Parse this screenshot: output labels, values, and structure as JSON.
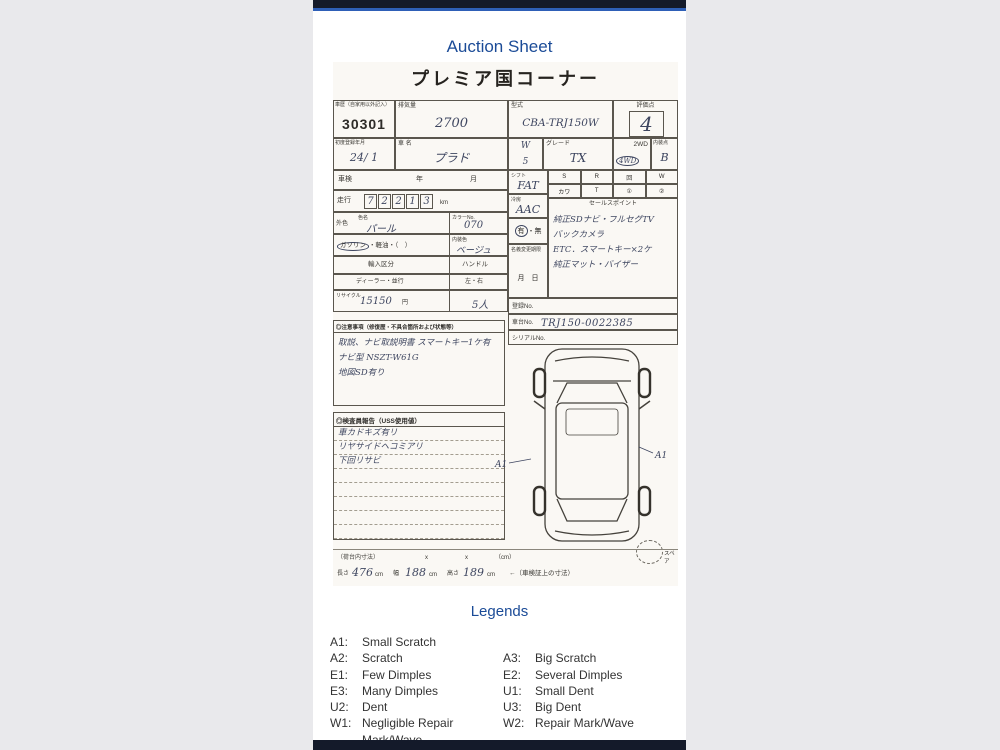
{
  "page": {
    "title": "Auction Sheet"
  },
  "sheet": {
    "header": "プレミア国コーナー",
    "top": {
      "hist_label": "車歴（自家用以外記入）",
      "auction_no": "30301",
      "disp_label": "排気量",
      "disp_value": "2700",
      "model_label": "型式",
      "model_value": "CBA-TRJ150W",
      "score_label": "評価点",
      "score_value": "4",
      "reg_label": "初度登録年月",
      "reg_value": "24/ 1",
      "name_label": "車 名",
      "name_value": "プラド",
      "body_value_top": "W",
      "body_value_bottom": "5",
      "grade_label": "グレード",
      "grade_value": "TX",
      "wd2": "2WD",
      "wd4": "4WD",
      "int_label": "内装点",
      "int_value": "B"
    },
    "mid": {
      "shaken_label": "車検",
      "year_label": "年",
      "month_label": "月",
      "run_label": "走行",
      "run_digits": [
        "7",
        "2",
        "2",
        "1",
        "3"
      ],
      "run_unit": "km",
      "extcolor_label": "外色",
      "colorname_label": "色名",
      "color_value": "パール",
      "colorno_label": "カラーNo.",
      "colorno_value": "070",
      "fuel_gas": "ガソリン",
      "fuel_rest": "・軽油・（　）",
      "intcolor_label": "内装色",
      "intcolor_value": "ベージュ",
      "import_label": "輸入区分",
      "handle_label": "ハンドル",
      "dealer_label": "ディーラー・並行",
      "lr_label": "左・右",
      "recycle_label": "リサイクル",
      "recycle_value": "15150",
      "yen_label": "円",
      "capacity_value": "5人",
      "shift_label": "シフト",
      "shift_value": "FAT",
      "cool_label": "冷房",
      "cool_value": "AAC",
      "yes_label": "有",
      "no_label": "・無",
      "transfer_label": "名義変更期限",
      "transfer_md": "月　日",
      "equip_row1": [
        "S",
        "R",
        "回",
        "W"
      ],
      "equip_row2": [
        "カワ",
        "T",
        "①",
        "②"
      ],
      "sales_label": "セールスポイント",
      "sales_lines": [
        "純正SDナビ・フルセグTV",
        "バックカメラ",
        "ETC．スマートキー×2ケ",
        "純正マット・バイザー"
      ],
      "regno_label": "登録No.",
      "chassis_label": "車台No.",
      "chassis_value": "TRJ150-0022385",
      "serial_label": "シリアルNo."
    },
    "notes": {
      "title": "◎注意事項（修復歴・不具合箇所および状態等）",
      "lines": [
        "取説、ナビ取説明書 スマートキー1ケ有",
        "ナビ型 NSZT-W61G",
        "地図SD有り"
      ]
    },
    "report": {
      "title": "◎検査員報告（USS使用値）",
      "lines": [
        "車カドキズ有リ",
        "リヤサイドヘコミアリ",
        "下回リサビ"
      ]
    },
    "diagram": {
      "left_mark": "A1",
      "right_mark": "A1",
      "spare_label": "スペア"
    },
    "dims": {
      "inner_label": "（荷台内寸法）",
      "x1": "x",
      "x2": "x",
      "cm_label": "（cm）",
      "len_label": "長さ",
      "len_value": "476",
      "len_unit": "cm",
      "wid_label": "幅",
      "wid_value": "188",
      "wid_unit": "cm",
      "hgt_label": "高さ",
      "hgt_value": "189",
      "hgt_unit": "cm",
      "note": "←（車検証上の寸法）"
    }
  },
  "legends": {
    "title": "Legends",
    "rows": [
      {
        "lc": "A1:",
        "lt": "Small Scratch",
        "rc": "",
        "rt": ""
      },
      {
        "lc": "A2:",
        "lt": "Scratch",
        "rc": "A3:",
        "rt": "Big Scratch"
      },
      {
        "lc": "E1:",
        "lt": "Few Dimples",
        "rc": "E2:",
        "rt": "Several Dimples"
      },
      {
        "lc": "E3:",
        "lt": "Many Dimples",
        "rc": "U1:",
        "rt": "Small Dent"
      },
      {
        "lc": "U2:",
        "lt": "Dent",
        "rc": "U3:",
        "rt": "Big Dent"
      },
      {
        "lc": "W1:",
        "lt": "Negligible Repair Mark/Wave",
        "rc": "W2:",
        "rt": "Repair Mark/Wave"
      }
    ]
  }
}
